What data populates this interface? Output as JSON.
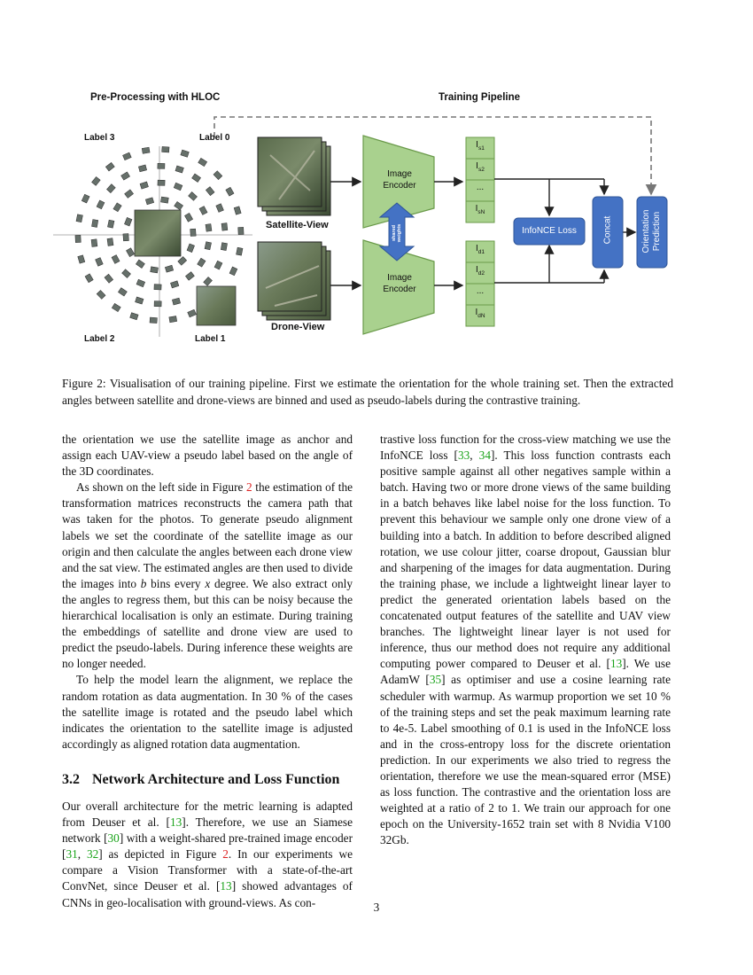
{
  "figure": {
    "preprocessing_title": "Pre-Processing with HLOC",
    "training_title": "Training Pipeline",
    "labels": [
      "Label 3",
      "Label 0",
      "Label 2",
      "Label 1"
    ],
    "satellite_view": "Satellite-View",
    "drone_view": "Drone-View",
    "encoder_top": "Image Encoder",
    "encoder_bottom": "Image Encoder",
    "shared_weights": "shared weights",
    "sat_features": [
      "I",
      "I",
      "...",
      "I"
    ],
    "sat_feature_subs": [
      "s1",
      "s2",
      "",
      "sN"
    ],
    "drone_features": [
      "I",
      "I",
      "...",
      "I"
    ],
    "drone_feature_subs": [
      "d1",
      "d2",
      "",
      "dN"
    ],
    "infonce": "InfoNCE Loss",
    "concat": "Concat",
    "orientation": "Orientation Prediction",
    "colors": {
      "encoder": "#a9d18e",
      "encoder_border": "#6a9a4a",
      "blue": "#4472c4",
      "blue_border": "#2f5597",
      "feature": "#a9d18e"
    }
  },
  "caption": "Figure 2: Visualisation of our training pipeline. First we estimate the orientation for the whole training set. Then the extracted angles between satellite and drone-views are binned and used as pseudo-labels during the contrastive training.",
  "left_col": {
    "p1": "the orientation we use the satellite image as anchor and assign each UAV-view a pseudo label based on the angle of the 3D coordinates.",
    "p2_a": "As shown on the left side in Figure ",
    "p2_ref": "2",
    "p2_b": " the estimation of the transformation matrices reconstructs the camera path that was taken for the photos. To generate pseudo alignment labels we set the coordinate of the satellite image as our origin and then calculate the angles between each drone view and the sat view.  The estimated angles are then used to divide the images into ",
    "p2_b_var": "b",
    "p2_c": " bins every ",
    "p2_x_var": "x",
    "p2_d": " degree.  We also extract only the angles to regress them, but this can be noisy because the hierarchical localisation is only an estimate.  During training the embeddings of satellite and drone view are used to predict the pseudo-labels.  During inference these weights are no longer needed.",
    "p3": "To help the model learn the alignment, we replace the random rotation as data augmentation. In 30 % of the cases the satellite image is rotated and the pseudo label which indicates the orientation to the satellite image is adjusted accordingly as aligned rotation data augmentation.",
    "sec_num": "3.2",
    "sec_title": "Network Architecture and Loss Function",
    "p4_a": "Our overall architecture for the metric learning is adapted from Deuser et al. [",
    "c13a": "13",
    "p4_b": "].  Therefore, we use an Siamese network [",
    "c30": "30",
    "p4_c": "] with a weight-shared pre-trained image encoder [",
    "c31": "31",
    "p4_sep": ", ",
    "c32": "32",
    "p4_d": "] as depicted in Figure ",
    "ref2b": "2",
    "p4_e": ".  In our experiments we compare a Vision Transformer with a state-of-the-art ConvNet, since Deuser et al. [",
    "c13b": "13",
    "p4_f": "] showed advantages of CNNs in geo-localisation with ground-views.  As con-"
  },
  "right_col": {
    "a": "trastive loss function for the cross-view matching we use the InfoNCE loss [",
    "c33": "33",
    "sep": ", ",
    "c34": "34",
    "b": "]. This loss function contrasts each positive sample against all other negatives sample within a batch. Having two or more drone views of the same building in a batch behaves like label noise for the loss function. To prevent this behaviour we sample only one drone view of a building into a batch.  In addition to before described aligned rotation, we use colour jitter, coarse dropout, Gaussian blur and sharpening of the images for data augmentation.  During the training phase, we include a lightweight linear layer to predict the generated orientation labels based on the concatenated output features of the satellite and UAV view branches. The lightweight linear layer is not used for inference, thus our method does not require any additional computing power compared to Deuser et al. [",
    "c13": "13",
    "c": "].  We use AdamW [",
    "c35": "35",
    "d": "] as optimiser and use a cosine learning rate scheduler with warmup.  As warmup proportion we set 10 % of the training steps and set the peak maximum learning rate to 4e-5. Label smoothing of 0.1 is used in the InfoNCE loss and in the cross-entropy loss for the discrete orientation prediction. In our experiments we also tried to regress the orientation, therefore we use the mean-squared error (MSE) as loss function. The contrastive and the orientation loss are weighted at a ratio of 2 to 1. We train our approach for one epoch on the University-1652 train set with 8 Nvidia V100 32Gb."
  },
  "page_number": "3"
}
